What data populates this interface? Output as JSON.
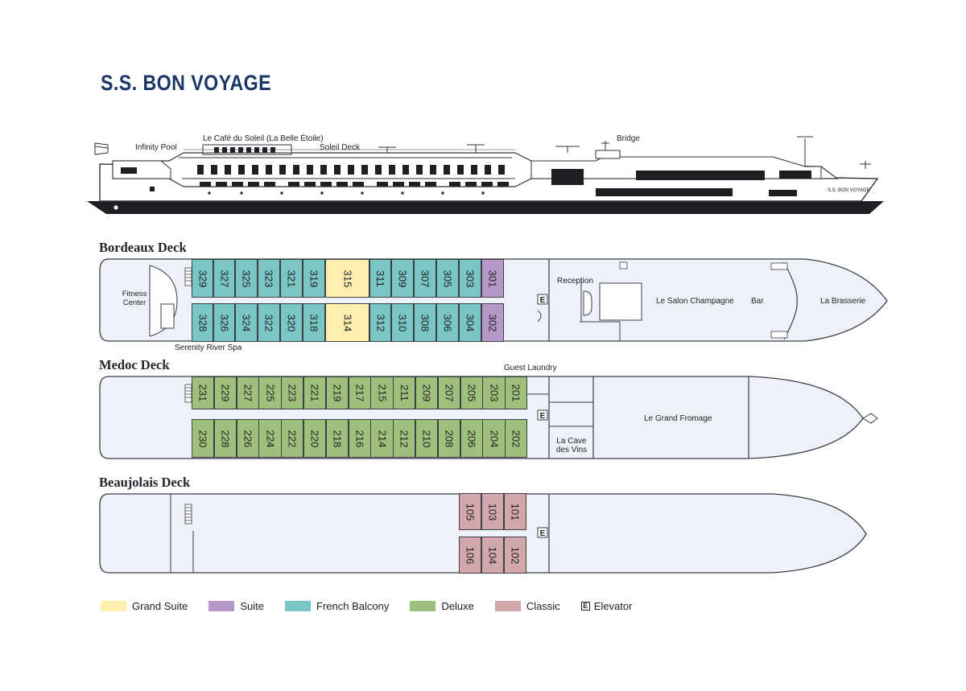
{
  "title": "S.S. BON VOYAGE",
  "profile_labels": {
    "infinity_pool": "Infinity Pool",
    "cafe": "Le Café du Soleil (La Belle Étoile)",
    "soleil_deck": "Soleil Deck",
    "bridge": "Bridge",
    "hull_name": "S.S. BON VOYAGE"
  },
  "colors": {
    "grand_suite": "#fcefb0",
    "suite": "#b597c8",
    "french_balcony": "#79c6c4",
    "deluxe": "#9fc07d",
    "classic": "#d2a8ad",
    "deck_fill": "#eef2f8",
    "line": "#3a3f45",
    "title": "#1b3768"
  },
  "decks": {
    "bordeaux": {
      "name": "Bordeaux Deck",
      "labels": {
        "fitness": "Fitness Center",
        "spa": "Serenity River Spa",
        "reception": "Reception",
        "salon": "Le Salon Champagne",
        "bar": "Bar",
        "brasserie": "La Brasserie"
      },
      "top_row": [
        {
          "n": "329",
          "c": "french_balcony"
        },
        {
          "n": "327",
          "c": "french_balcony"
        },
        {
          "n": "325",
          "c": "french_balcony"
        },
        {
          "n": "323",
          "c": "french_balcony"
        },
        {
          "n": "321",
          "c": "french_balcony"
        },
        {
          "n": "319",
          "c": "french_balcony"
        },
        {
          "n": "315",
          "c": "grand_suite"
        },
        {
          "n": "311",
          "c": "french_balcony"
        },
        {
          "n": "309",
          "c": "french_balcony"
        },
        {
          "n": "307",
          "c": "french_balcony"
        },
        {
          "n": "305",
          "c": "french_balcony"
        },
        {
          "n": "303",
          "c": "french_balcony"
        },
        {
          "n": "301",
          "c": "suite"
        }
      ],
      "bottom_row": [
        {
          "n": "328",
          "c": "french_balcony"
        },
        {
          "n": "326",
          "c": "french_balcony"
        },
        {
          "n": "324",
          "c": "french_balcony"
        },
        {
          "n": "322",
          "c": "french_balcony"
        },
        {
          "n": "320",
          "c": "french_balcony"
        },
        {
          "n": "318",
          "c": "french_balcony"
        },
        {
          "n": "314",
          "c": "grand_suite"
        },
        {
          "n": "312",
          "c": "french_balcony"
        },
        {
          "n": "310",
          "c": "french_balcony"
        },
        {
          "n": "308",
          "c": "french_balcony"
        },
        {
          "n": "306",
          "c": "french_balcony"
        },
        {
          "n": "304",
          "c": "french_balcony"
        },
        {
          "n": "302",
          "c": "suite"
        }
      ]
    },
    "medoc": {
      "name": "Medoc Deck",
      "labels": {
        "laundry": "Guest Laundry",
        "cave": "La Cave des Vins",
        "fromage": "Le Grand Fromage"
      },
      "top_row": [
        "231",
        "229",
        "227",
        "225",
        "223",
        "221",
        "219",
        "217",
        "215",
        "211",
        "209",
        "207",
        "205",
        "203",
        "201"
      ],
      "bottom_row": [
        "230",
        "228",
        "226",
        "224",
        "222",
        "220",
        "218",
        "216",
        "214",
        "212",
        "210",
        "208",
        "206",
        "204",
        "202"
      ]
    },
    "beaujolais": {
      "name": "Beaujolais Deck",
      "top_row": [
        "105",
        "103",
        "101"
      ],
      "bottom_row": [
        "106",
        "104",
        "102"
      ]
    }
  },
  "elevator_mark": "E",
  "legend": [
    {
      "label": "Grand Suite",
      "c": "grand_suite"
    },
    {
      "label": "Suite",
      "c": "suite"
    },
    {
      "label": "French Balcony",
      "c": "french_balcony"
    },
    {
      "label": "Deluxe",
      "c": "deluxe"
    },
    {
      "label": "Classic",
      "c": "classic"
    }
  ],
  "legend_elevator": "Elevator"
}
